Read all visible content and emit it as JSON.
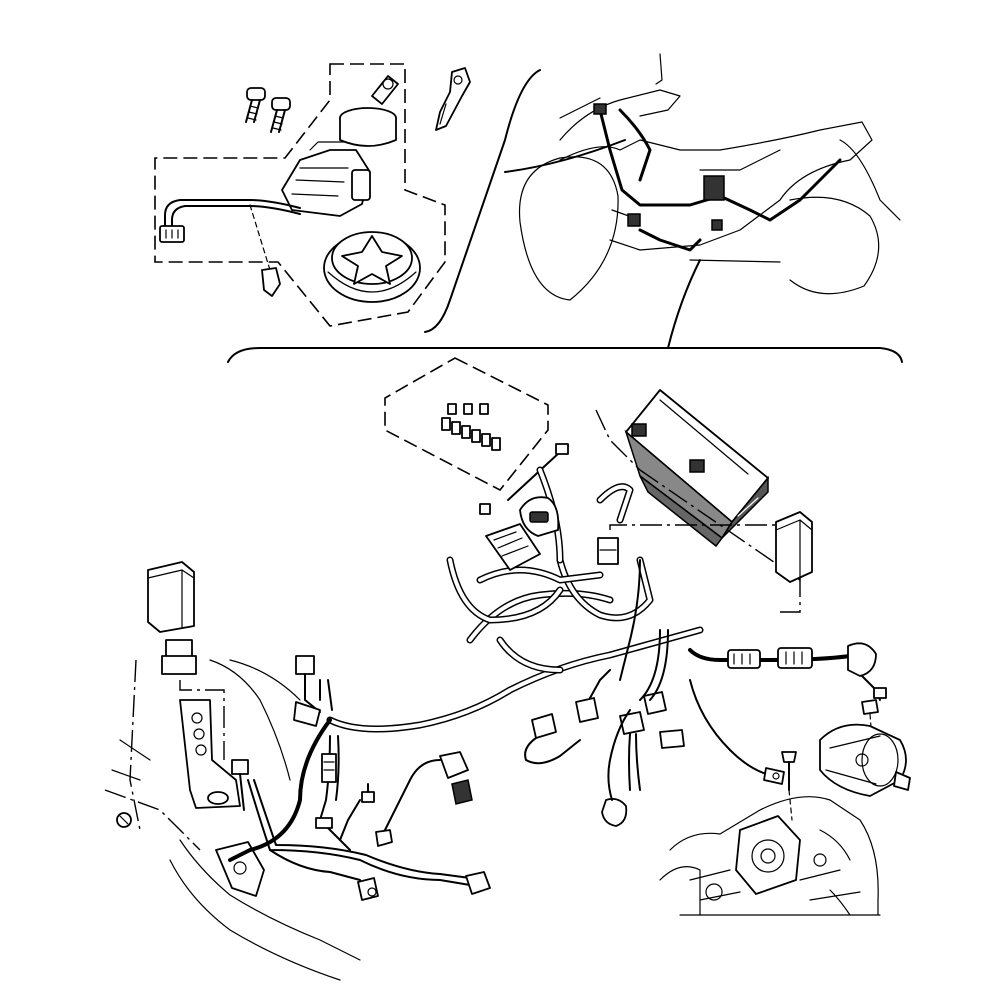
{
  "diagram": {
    "style": "technical line drawing",
    "colors": {
      "line": "#000000",
      "background": "#ffffff",
      "battery_shade": "#555555"
    },
    "panels": [
      {
        "id": "ignition-switch-assembly",
        "components": [
          "screw-icon",
          "key-icon",
          "ignition-switch-icon",
          "key-cover-icon",
          "clamp-icon"
        ]
      },
      {
        "id": "motorcycle-overview",
        "components": [
          "motorcycle-outline-icon",
          "wire-harness-icon"
        ]
      },
      {
        "id": "harness-routing",
        "components": [
          "battery-icon",
          "relay-icon",
          "fuse-block-icon",
          "connector-icon",
          "starter-motor-icon",
          "engine-icon",
          "frame-bracket-icon"
        ]
      }
    ]
  }
}
